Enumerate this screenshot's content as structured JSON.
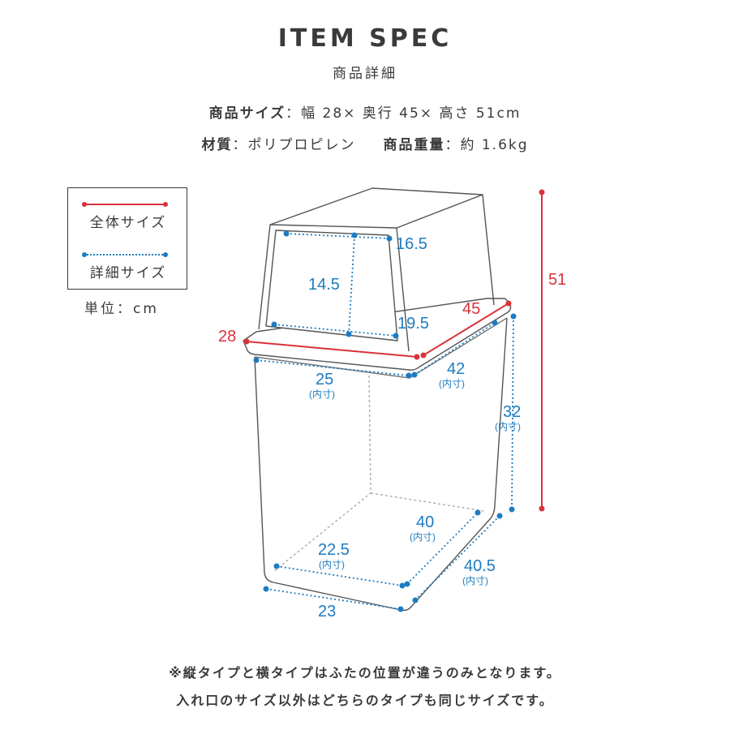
{
  "header": {
    "title": "ITEM SPEC",
    "subtitle": "商品詳細"
  },
  "spec": {
    "size_label": "商品サイズ",
    "size_value": "：幅 28× 奥行 45× 高さ 51cm",
    "material_label": "材質",
    "material_value": "：ポリプロピレン",
    "weight_label": "商品重量",
    "weight_value": "：約 1.6kg"
  },
  "legend": {
    "overall": "全体サイズ",
    "detail": "詳細サイズ",
    "unit": "単位：cm"
  },
  "dimensions": {
    "lid_top_width": "16.5",
    "lid_bottom_width": "19.5",
    "lid_height": "14.5",
    "overall_width": "28",
    "overall_depth": "45",
    "overall_height": "51",
    "inner_top_width": "25",
    "inner_top_depth": "42",
    "inner_height": "32",
    "inner_bottom_depth": "40",
    "inner_bottom_width": "22.5",
    "outer_bottom_depth": "40.5",
    "outer_bottom_width": "23",
    "inner_note": "(内寸)"
  },
  "notes": {
    "line1": "※縦タイプと横タイプはふたの位置が違うのみとなります。",
    "line2": "入れ口のサイズ以外はどちらのタイプも同じサイズです。"
  },
  "colors": {
    "overall": "#d9323a",
    "detail": "#1c7cc1",
    "text": "#3a3a3a"
  }
}
